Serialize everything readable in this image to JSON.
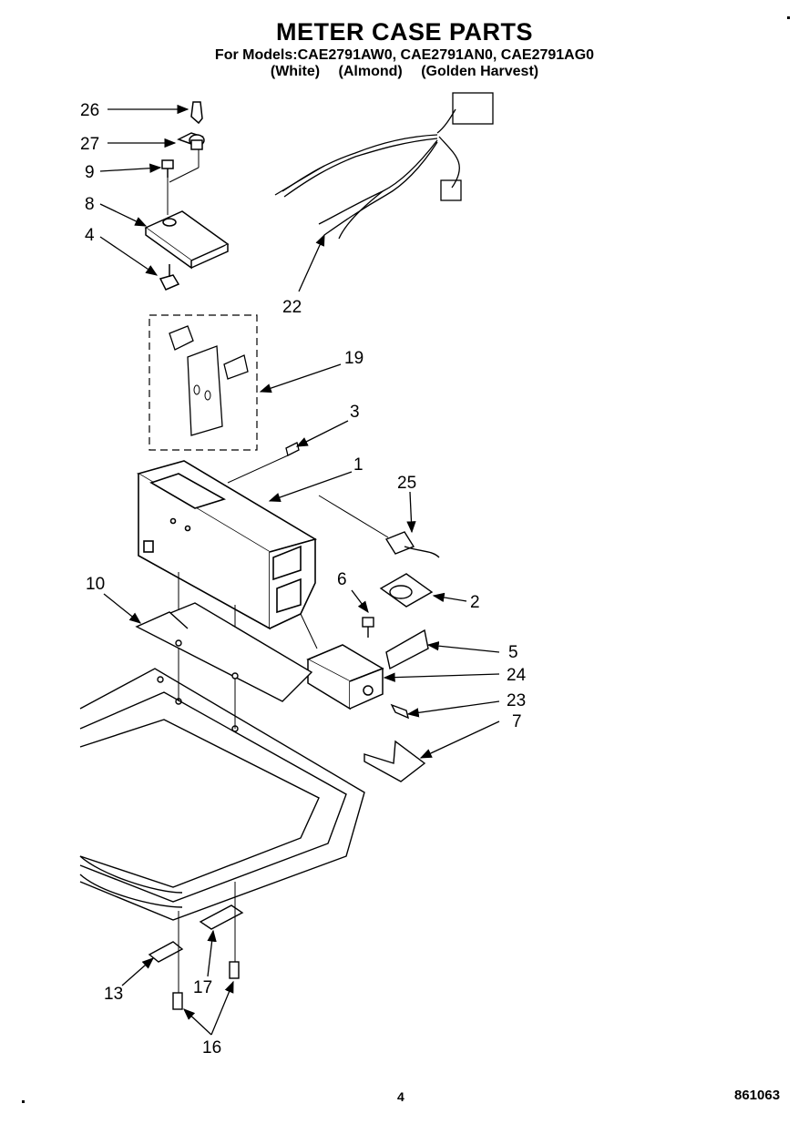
{
  "header": {
    "title": "METER CASE PARTS",
    "models_line": "For Models:CAE2791AW0, CAE2791AN0, CAE2791AG0",
    "colors": [
      "(White)",
      "(Almond)",
      "(Golden Harvest)"
    ]
  },
  "callouts": [
    "26",
    "27",
    "9",
    "8",
    "4",
    "22",
    "19",
    "3",
    "1",
    "25",
    "6",
    "2",
    "10",
    "5",
    "24",
    "23",
    "7",
    "13",
    "17",
    "16"
  ],
  "footer": {
    "page_number": "4",
    "document_code": "861063"
  }
}
